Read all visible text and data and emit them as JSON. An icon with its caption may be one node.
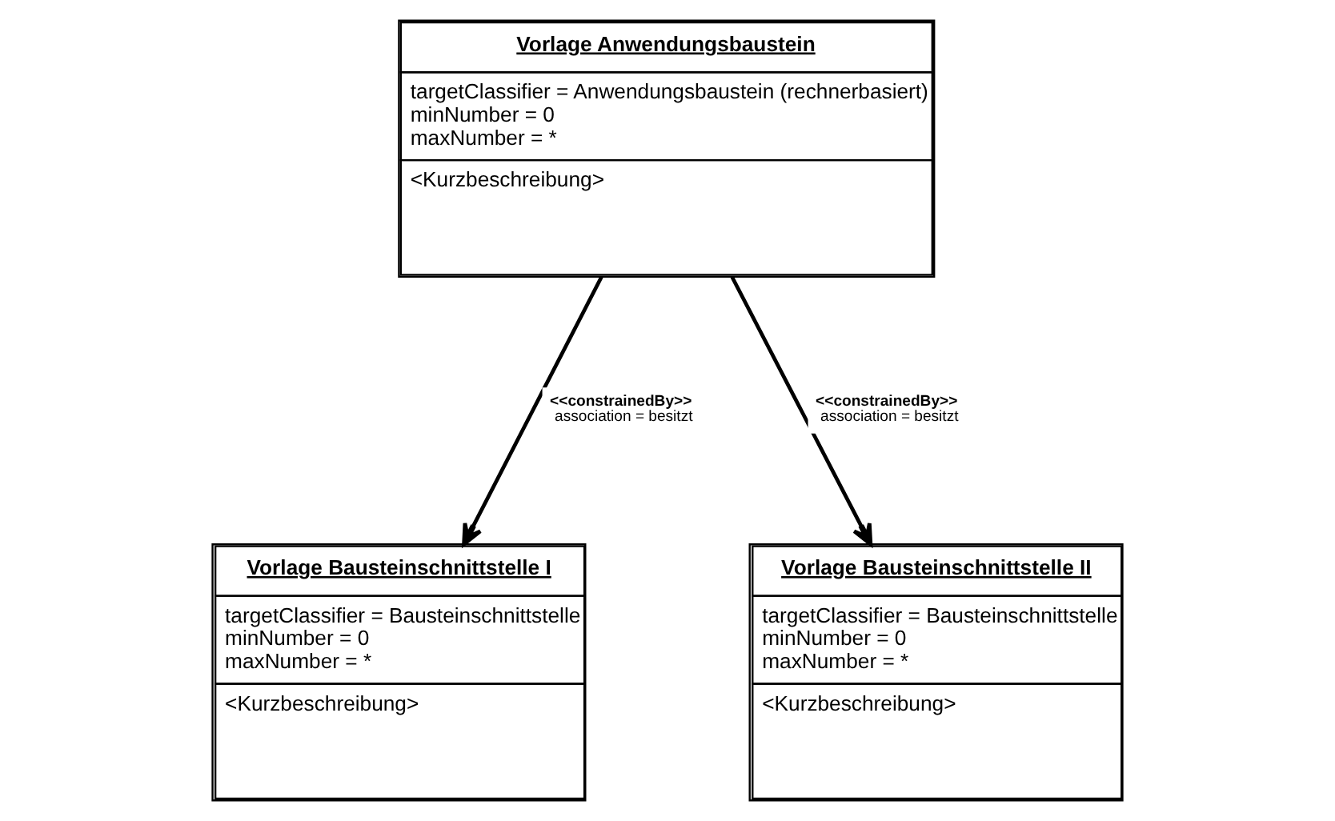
{
  "diagram": {
    "nodes": [
      {
        "text": [
          "Vorlage Anwendungsbaustein",
          "targetClassifier = Anwendungsbaustein (rechnerbasiert)",
          "minNumber = 0",
          "maxNumber = *",
          "<Kurzbeschreibung>"
        ]
      },
      {
        "text": [
          "Vorlage Bausteinschnittstelle I",
          "targetClassifier = Bausteinschnittstelle",
          "minNumber = 0",
          "maxNumber = *",
          "<Kurzbeschreibung>"
        ]
      },
      {
        "text": [
          "Vorlage Bausteinschnittstelle II",
          "targetClassifier = Bausteinschnittstelle",
          "minNumber = 0",
          "maxNumber = *",
          "<Kurzbeschreibung>"
        ]
      }
    ],
    "edges": [
      {
        "from": 0,
        "to": 1,
        "arrow": "to",
        "label": "<<constrainedBy>> association = besitzt"
      },
      {
        "from": 0,
        "to": 2,
        "arrow": "to",
        "label": "<<constrainedBy>> association = besitzt"
      }
    ]
  }
}
